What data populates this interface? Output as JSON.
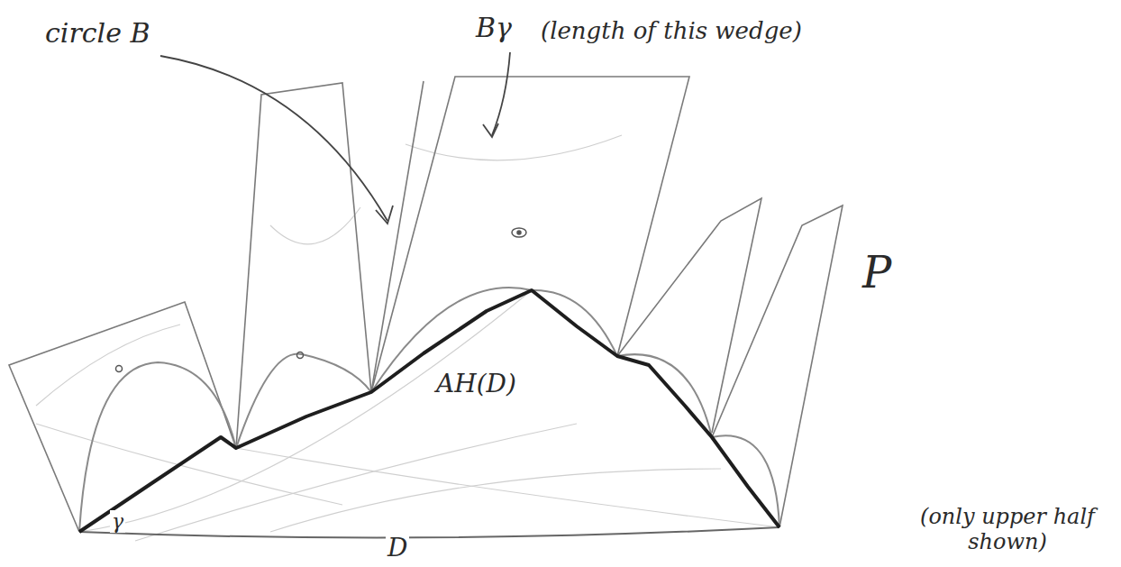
{
  "diagram": {
    "labels": [
      "circle B",
      "Bγ",
      "(length of this wedge)",
      "AH(D)",
      "P",
      "(only upper half shown)",
      "D",
      "γ"
    ]
  }
}
